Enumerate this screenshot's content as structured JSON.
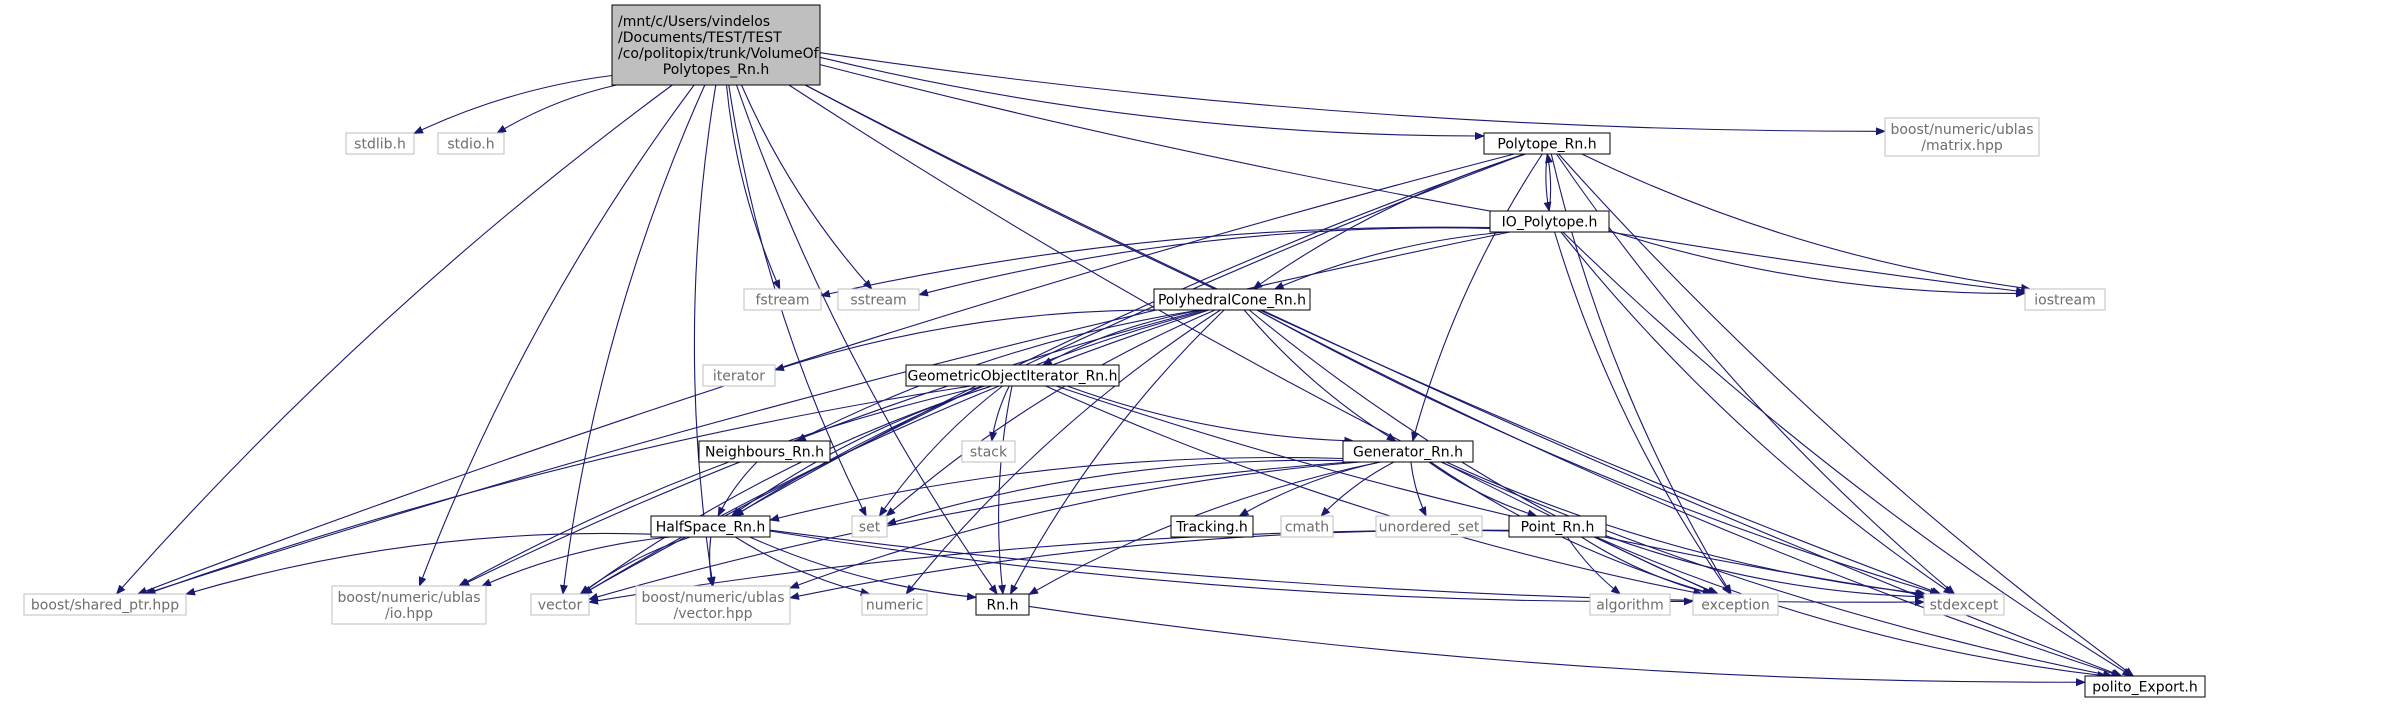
{
  "diagram": {
    "title": "",
    "colors": {
      "edge": "#191970",
      "node_border": "#000000",
      "node_border_external": "#bfbfbf",
      "root_fill": "#bfbfbf",
      "node_fill": "#ffffff",
      "text": "#000000",
      "text_external": "#6e6e6e"
    },
    "nodes": [
      {
        "id": "root",
        "label": [
          "/mnt/c/Users/vindelos",
          "/Documents/TEST/TEST",
          "/co/politopix/trunk/VolumeOf",
          "Polytopes_Rn.h"
        ],
        "kind": "root"
      },
      {
        "id": "polytope",
        "label": [
          "Polytope_Rn.h"
        ],
        "kind": "header"
      },
      {
        "id": "io_polytope",
        "label": [
          "IO_Polytope.h"
        ],
        "kind": "header"
      },
      {
        "id": "polyhedralcone",
        "label": [
          "PolyhedralCone_Rn.h"
        ],
        "kind": "header"
      },
      {
        "id": "geomiter",
        "label": [
          "GeometricObjectIterator_Rn.h"
        ],
        "kind": "header"
      },
      {
        "id": "neighbours",
        "label": [
          "Neighbours_Rn.h"
        ],
        "kind": "header"
      },
      {
        "id": "generator",
        "label": [
          "Generator_Rn.h"
        ],
        "kind": "header"
      },
      {
        "id": "halfspace",
        "label": [
          "HalfSpace_Rn.h"
        ],
        "kind": "header"
      },
      {
        "id": "point",
        "label": [
          "Point_Rn.h"
        ],
        "kind": "header"
      },
      {
        "id": "tracking",
        "label": [
          "Tracking.h"
        ],
        "kind": "header"
      },
      {
        "id": "rn",
        "label": [
          "Rn.h"
        ],
        "kind": "header"
      },
      {
        "id": "polito_export",
        "label": [
          "polito_Export.h"
        ],
        "kind": "header"
      },
      {
        "id": "stdlib",
        "label": [
          "stdlib.h"
        ],
        "kind": "external"
      },
      {
        "id": "stdio",
        "label": [
          "stdio.h"
        ],
        "kind": "external"
      },
      {
        "id": "fstream",
        "label": [
          "fstream"
        ],
        "kind": "external"
      },
      {
        "id": "sstream",
        "label": [
          "sstream"
        ],
        "kind": "external"
      },
      {
        "id": "iostream",
        "label": [
          "iostream"
        ],
        "kind": "external"
      },
      {
        "id": "ublas_matrix",
        "label": [
          "boost/numeric/ublas",
          "/matrix.hpp"
        ],
        "kind": "external"
      },
      {
        "id": "iterator",
        "label": [
          "iterator"
        ],
        "kind": "external"
      },
      {
        "id": "stack",
        "label": [
          "stack"
        ],
        "kind": "external"
      },
      {
        "id": "set",
        "label": [
          "set"
        ],
        "kind": "external"
      },
      {
        "id": "cmath",
        "label": [
          "cmath"
        ],
        "kind": "external"
      },
      {
        "id": "unordered_set",
        "label": [
          "unordered_set"
        ],
        "kind": "external"
      },
      {
        "id": "algorithm",
        "label": [
          "algorithm"
        ],
        "kind": "external"
      },
      {
        "id": "shared_ptr",
        "label": [
          "boost/shared_ptr.hpp"
        ],
        "kind": "external"
      },
      {
        "id": "ublas_io",
        "label": [
          "boost/numeric/ublas",
          "/io.hpp"
        ],
        "kind": "external"
      },
      {
        "id": "vector",
        "label": [
          "vector"
        ],
        "kind": "external"
      },
      {
        "id": "ublas_vector",
        "label": [
          "boost/numeric/ublas",
          "/vector.hpp"
        ],
        "kind": "external"
      },
      {
        "id": "numeric",
        "label": [
          "numeric"
        ],
        "kind": "external"
      },
      {
        "id": "exception",
        "label": [
          "exception"
        ],
        "kind": "external"
      },
      {
        "id": "stdexcept",
        "label": [
          "stdexcept"
        ],
        "kind": "external"
      }
    ],
    "edges": [
      [
        "root",
        "stdlib"
      ],
      [
        "root",
        "stdio"
      ],
      [
        "root",
        "fstream"
      ],
      [
        "root",
        "sstream"
      ],
      [
        "root",
        "polytope"
      ],
      [
        "root",
        "ublas_matrix"
      ],
      [
        "root",
        "iostream"
      ],
      [
        "root",
        "exception"
      ],
      [
        "root",
        "stdexcept"
      ],
      [
        "root",
        "polito_export"
      ],
      [
        "root",
        "shared_ptr"
      ],
      [
        "root",
        "ublas_io"
      ],
      [
        "root",
        "ublas_vector"
      ],
      [
        "root",
        "rn"
      ],
      [
        "root",
        "set"
      ],
      [
        "root",
        "vector"
      ],
      [
        "polytope",
        "io_polytope"
      ],
      [
        "polytope",
        "polyhedralcone"
      ],
      [
        "polytope",
        "generator"
      ],
      [
        "polytope",
        "halfspace"
      ],
      [
        "polytope",
        "shared_ptr"
      ],
      [
        "polytope",
        "vector"
      ],
      [
        "polytope",
        "iostream"
      ],
      [
        "polytope",
        "exception"
      ],
      [
        "polytope",
        "stdexcept"
      ],
      [
        "polytope",
        "polito_export"
      ],
      [
        "io_polytope",
        "polytope"
      ],
      [
        "io_polytope",
        "fstream"
      ],
      [
        "io_polytope",
        "sstream"
      ],
      [
        "io_polytope",
        "iostream"
      ],
      [
        "io_polytope",
        "polyhedralcone"
      ],
      [
        "io_polytope",
        "shared_ptr"
      ],
      [
        "io_polytope",
        "exception"
      ],
      [
        "io_polytope",
        "stdexcept"
      ],
      [
        "io_polytope",
        "polito_export"
      ],
      [
        "polyhedralcone",
        "iterator"
      ],
      [
        "polyhedralcone",
        "geomiter"
      ],
      [
        "polyhedralcone",
        "neighbours"
      ],
      [
        "polyhedralcone",
        "generator"
      ],
      [
        "polyhedralcone",
        "halfspace"
      ],
      [
        "polyhedralcone",
        "set"
      ],
      [
        "polyhedralcone",
        "rn"
      ],
      [
        "polyhedralcone",
        "vector"
      ],
      [
        "polyhedralcone",
        "ublas_io"
      ],
      [
        "polyhedralcone",
        "exception"
      ],
      [
        "polyhedralcone",
        "stdexcept"
      ],
      [
        "polyhedralcone",
        "polito_export"
      ],
      [
        "polyhedralcone",
        "numeric"
      ],
      [
        "geomiter",
        "stack"
      ],
      [
        "geomiter",
        "generator"
      ],
      [
        "geomiter",
        "halfspace"
      ],
      [
        "geomiter",
        "set"
      ],
      [
        "geomiter",
        "rn"
      ],
      [
        "geomiter",
        "vector"
      ],
      [
        "geomiter",
        "shared_ptr"
      ],
      [
        "geomiter",
        "ublas_io"
      ],
      [
        "geomiter",
        "exception"
      ],
      [
        "geomiter",
        "stdexcept"
      ],
      [
        "neighbours",
        "halfspace"
      ],
      [
        "generator",
        "halfspace"
      ],
      [
        "generator",
        "set"
      ],
      [
        "generator",
        "tracking"
      ],
      [
        "generator",
        "cmath"
      ],
      [
        "generator",
        "unordered_set"
      ],
      [
        "generator",
        "point"
      ],
      [
        "generator",
        "exception"
      ],
      [
        "generator",
        "stdexcept"
      ],
      [
        "generator",
        "rn"
      ],
      [
        "generator",
        "vector"
      ],
      [
        "generator",
        "polito_export"
      ],
      [
        "generator",
        "ublas_vector"
      ],
      [
        "halfspace",
        "shared_ptr"
      ],
      [
        "halfspace",
        "ublas_io"
      ],
      [
        "halfspace",
        "vector"
      ],
      [
        "halfspace",
        "ublas_vector"
      ],
      [
        "halfspace",
        "numeric"
      ],
      [
        "halfspace",
        "rn"
      ],
      [
        "halfspace",
        "exception"
      ],
      [
        "halfspace",
        "stdexcept"
      ],
      [
        "point",
        "vector"
      ],
      [
        "point",
        "ublas_vector"
      ],
      [
        "point",
        "algorithm"
      ],
      [
        "point",
        "exception"
      ],
      [
        "point",
        "stdexcept"
      ],
      [
        "point",
        "polito_export"
      ],
      [
        "rn",
        "polito_export"
      ]
    ]
  }
}
